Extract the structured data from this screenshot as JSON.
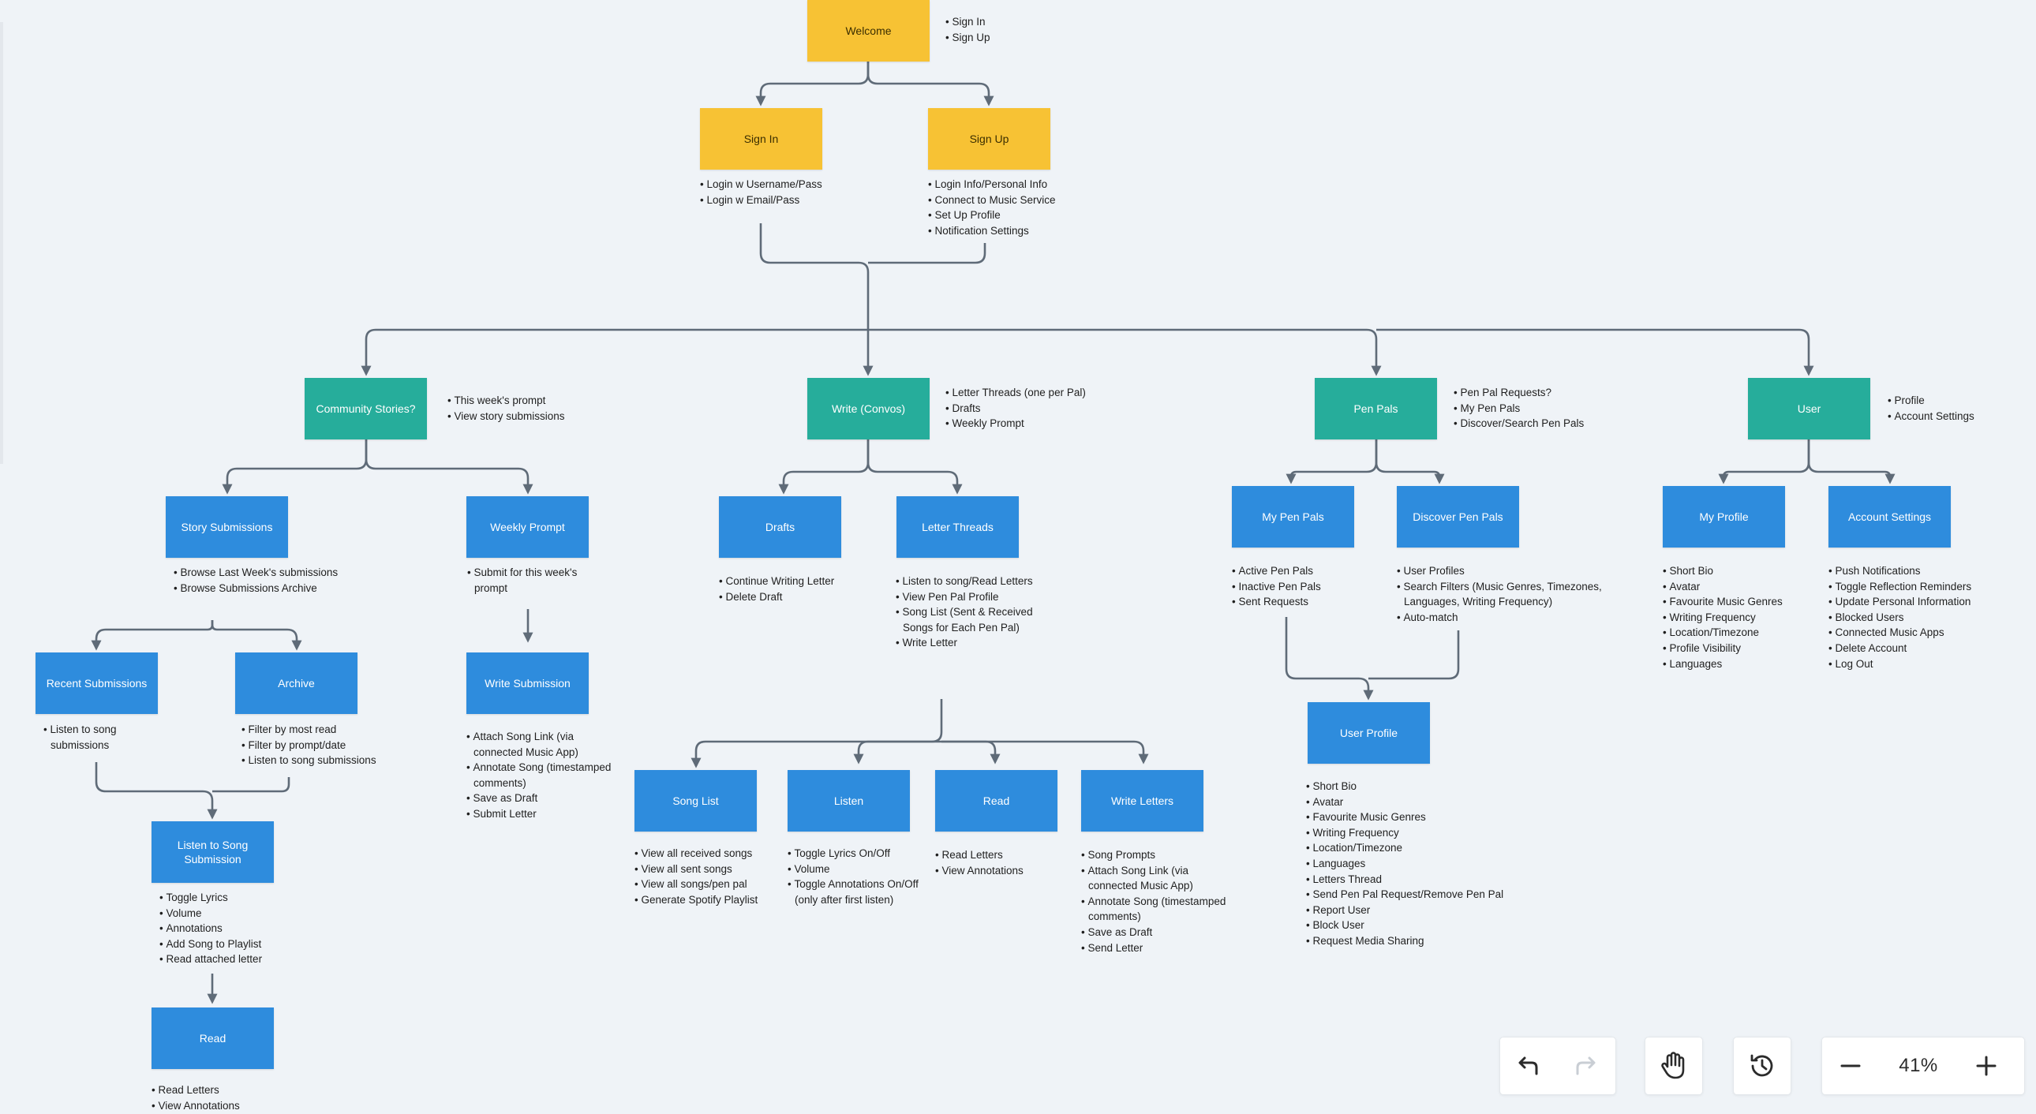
{
  "nodes": [
    {
      "id": "welcome",
      "label": "Welcome",
      "color": "yellow"
    },
    {
      "id": "signin",
      "label": "Sign In",
      "color": "yellow"
    },
    {
      "id": "signup",
      "label": "Sign Up",
      "color": "yellow"
    },
    {
      "id": "community",
      "label": "Community Stories?",
      "color": "teal"
    },
    {
      "id": "write",
      "label": "Write (Convos)",
      "color": "teal"
    },
    {
      "id": "penpals",
      "label": "Pen Pals",
      "color": "teal"
    },
    {
      "id": "user",
      "label": "User",
      "color": "teal"
    },
    {
      "id": "storysub",
      "label": "Story Submissions",
      "color": "blue"
    },
    {
      "id": "weekly",
      "label": "Weekly Prompt",
      "color": "blue"
    },
    {
      "id": "recent",
      "label": "Recent Submissions",
      "color": "blue"
    },
    {
      "id": "archive",
      "label": "Archive",
      "color": "blue"
    },
    {
      "id": "writesub",
      "label": "Write Submission",
      "color": "blue"
    },
    {
      "id": "listensong",
      "label": "Listen to Song Submission",
      "color": "blue"
    },
    {
      "id": "readl",
      "label": "Read",
      "color": "blue"
    },
    {
      "id": "drafts",
      "label": "Drafts",
      "color": "blue"
    },
    {
      "id": "threads",
      "label": "Letter Threads",
      "color": "blue"
    },
    {
      "id": "songlist",
      "label": "Song List",
      "color": "blue"
    },
    {
      "id": "listen",
      "label": "Listen",
      "color": "blue"
    },
    {
      "id": "readm",
      "label": "Read",
      "color": "blue"
    },
    {
      "id": "writeletters",
      "label": "Write Letters",
      "color": "blue"
    },
    {
      "id": "mypenpals",
      "label": "My Pen Pals",
      "color": "blue"
    },
    {
      "id": "discover",
      "label": "Discover Pen Pals",
      "color": "blue"
    },
    {
      "id": "userprofile",
      "label": "User Profile",
      "color": "blue"
    },
    {
      "id": "myprofile",
      "label": "My Profile",
      "color": "blue"
    },
    {
      "id": "acctsettings",
      "label": "Account Settings",
      "color": "blue"
    }
  ],
  "notes": [
    {
      "id": "welcome",
      "items": [
        "Sign In",
        "Sign Up"
      ]
    },
    {
      "id": "signin",
      "items": [
        "Login w  Username/Pass",
        "Login w Email/Pass"
      ]
    },
    {
      "id": "signup",
      "items": [
        "Login Info/Personal Info",
        "Connect to Music Service",
        "Set Up Profile",
        "Notification Settings"
      ]
    },
    {
      "id": "community",
      "items": [
        "This week's prompt",
        "View story submissions"
      ]
    },
    {
      "id": "write",
      "items": [
        "Letter Threads (one per Pal)",
        "Drafts",
        "Weekly Prompt"
      ]
    },
    {
      "id": "penpals",
      "items": [
        "Pen Pal Requests?",
        "My Pen Pals",
        "Discover/Search Pen Pals"
      ]
    },
    {
      "id": "user",
      "items": [
        "Profile",
        "Account Settings"
      ]
    },
    {
      "id": "storysub",
      "items": [
        "Browse Last Week's submissions",
        "Browse Submissions Archive"
      ]
    },
    {
      "id": "weekly",
      "items": [
        "Submit for this week's prompt"
      ]
    },
    {
      "id": "recent",
      "items": [
        "Listen to song submissions"
      ]
    },
    {
      "id": "archive",
      "items": [
        "Filter by most read",
        "Filter by prompt/date",
        "Listen to song submissions"
      ]
    },
    {
      "id": "writesub",
      "items": [
        "Attach Song Link (via connected Music App)",
        "Annotate Song (timestamped comments)",
        "Save as Draft",
        "Submit Letter"
      ]
    },
    {
      "id": "listensong",
      "items": [
        "Toggle Lyrics",
        "Volume",
        "Annotations",
        "Add Song to Playlist",
        "Read attached letter"
      ]
    },
    {
      "id": "readl",
      "items": [
        "Read Letters",
        "View Annotations"
      ]
    },
    {
      "id": "drafts",
      "items": [
        "Continue Writing Letter",
        "Delete Draft"
      ]
    },
    {
      "id": "threads",
      "items": [
        "Listen to song/Read Letters",
        "View Pen Pal Profile",
        "Song List (Sent & Received Songs for Each Pen Pal)",
        "Write Letter"
      ]
    },
    {
      "id": "songlist",
      "items": [
        "View all received songs",
        "View all sent songs",
        "View all songs/pen pal",
        "Generate Spotify Playlist"
      ]
    },
    {
      "id": "listen",
      "items": [
        "Toggle Lyrics On/Off",
        "Volume",
        "Toggle Annotations On/Off (only after first listen)"
      ]
    },
    {
      "id": "readm",
      "items": [
        "Read Letters",
        "View Annotations"
      ]
    },
    {
      "id": "writeletters",
      "items": [
        "Song Prompts",
        "Attach Song Link (via connected Music App)",
        "Annotate Song (timestamped comments)",
        "Save as Draft",
        "Send Letter"
      ]
    },
    {
      "id": "mypenpals",
      "items": [
        "Active Pen Pals",
        "Inactive Pen Pals",
        "Sent Requests"
      ]
    },
    {
      "id": "discover",
      "items": [
        "User Profiles",
        "Search Filters (Music Genres, Timezones, Languages, Writing Frequency)",
        "Auto-match"
      ]
    },
    {
      "id": "userprofile",
      "items": [
        "Short Bio",
        "Avatar",
        "Favourite Music Genres",
        "Writing Frequency",
        "Location/Timezone",
        "Languages",
        "Letters Thread",
        "Send Pen Pal Request/Remove Pen Pal",
        "Report User",
        "Block User",
        "Request Media Sharing"
      ]
    },
    {
      "id": "myprofile",
      "items": [
        "Short Bio",
        "Avatar",
        "Favourite Music Genres",
        "Writing Frequency",
        "Location/Timezone",
        "Profile Visibility",
        "Languages"
      ]
    },
    {
      "id": "acctsettings",
      "items": [
        "Push Notifications",
        "Toggle Reflection Reminders",
        "Update Personal Information",
        "Blocked Users",
        "Connected Music Apps",
        "Delete Account",
        "Log Out"
      ]
    }
  ],
  "edges": [
    [
      "welcome",
      "signin"
    ],
    [
      "welcome",
      "signup"
    ],
    [
      "signin",
      "write"
    ],
    [
      "signup",
      "write"
    ],
    [
      "write",
      "community"
    ],
    [
      "write",
      "penpals"
    ],
    [
      "write",
      "user"
    ],
    [
      "community",
      "storysub"
    ],
    [
      "community",
      "weekly"
    ],
    [
      "storysub",
      "recent"
    ],
    [
      "storysub",
      "archive"
    ],
    [
      "weekly",
      "writesub"
    ],
    [
      "recent",
      "listensong"
    ],
    [
      "archive",
      "listensong"
    ],
    [
      "listensong",
      "readl"
    ],
    [
      "write",
      "drafts"
    ],
    [
      "write",
      "threads"
    ],
    [
      "threads",
      "songlist"
    ],
    [
      "threads",
      "listen"
    ],
    [
      "threads",
      "readm"
    ],
    [
      "threads",
      "writeletters"
    ],
    [
      "penpals",
      "mypenpals"
    ],
    [
      "penpals",
      "discover"
    ],
    [
      "mypenpals",
      "userprofile"
    ],
    [
      "discover",
      "userprofile"
    ],
    [
      "user",
      "myprofile"
    ],
    [
      "user",
      "acctsettings"
    ]
  ],
  "colors": {
    "yellow": "#f7c234",
    "teal": "#26ad9b",
    "blue": "#2e8cdd",
    "connector": "#5f6b78"
  },
  "toolbar": {
    "zoom": "41%",
    "buttons": [
      {
        "id": "undo",
        "icon": "undo-icon"
      },
      {
        "id": "redo",
        "icon": "redo-icon"
      },
      {
        "id": "pan",
        "icon": "hand-icon"
      },
      {
        "id": "history",
        "icon": "history-icon"
      },
      {
        "id": "zoom-out",
        "icon": "minus-icon"
      },
      {
        "id": "zoom-in",
        "icon": "plus-icon"
      }
    ]
  }
}
